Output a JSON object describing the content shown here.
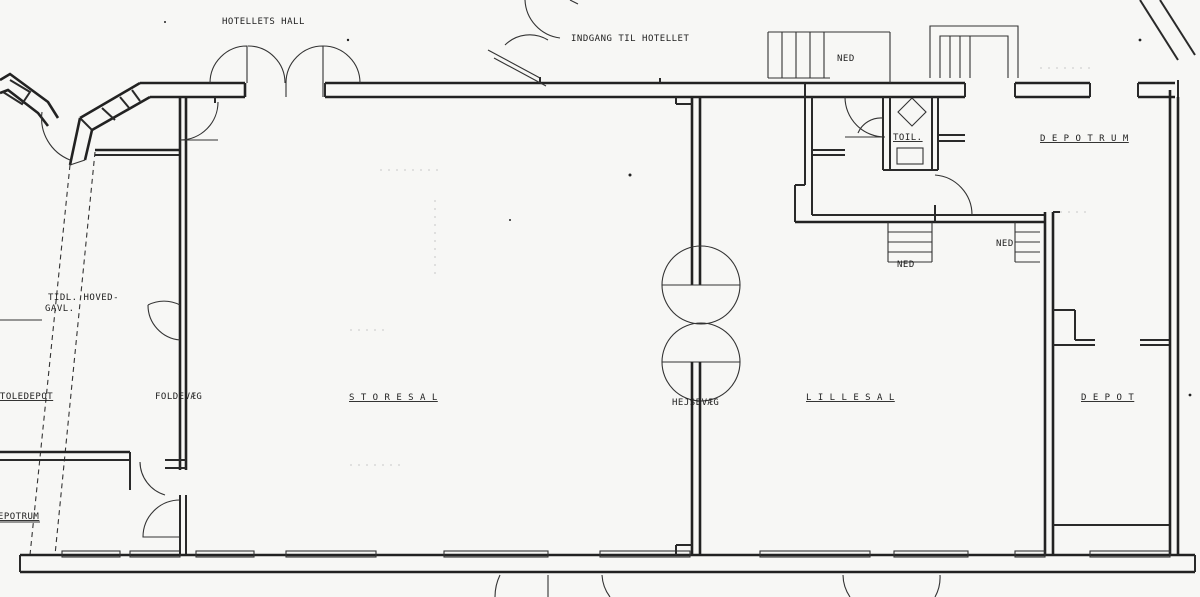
{
  "labels": {
    "hotel_hall": "HOTELLETS HALL",
    "entrance": "INDGANG TIL HOTELLET",
    "ned_top": "NED",
    "ned_mid": "NED",
    "ned_right": "NED",
    "toilet": "TOIL.",
    "depotrum_right": "D E P O T R U M",
    "tidl_1": "TIDL. HOVED-",
    "tidl_2": "GAVL.",
    "stoledepot": "STOLEDEPOT",
    "foldevaeg": "FOLDEVÆG",
    "store_sal": "S T O R E   S A L",
    "hejsevaeg": "HEJSEVÆG",
    "lille_sal": "L I L L E   S A L",
    "depot": "D E P O T",
    "depotrum_left": "DEPOTRUM"
  },
  "colors": {
    "paper": "#f7f7f5",
    "ink": "#222222"
  }
}
